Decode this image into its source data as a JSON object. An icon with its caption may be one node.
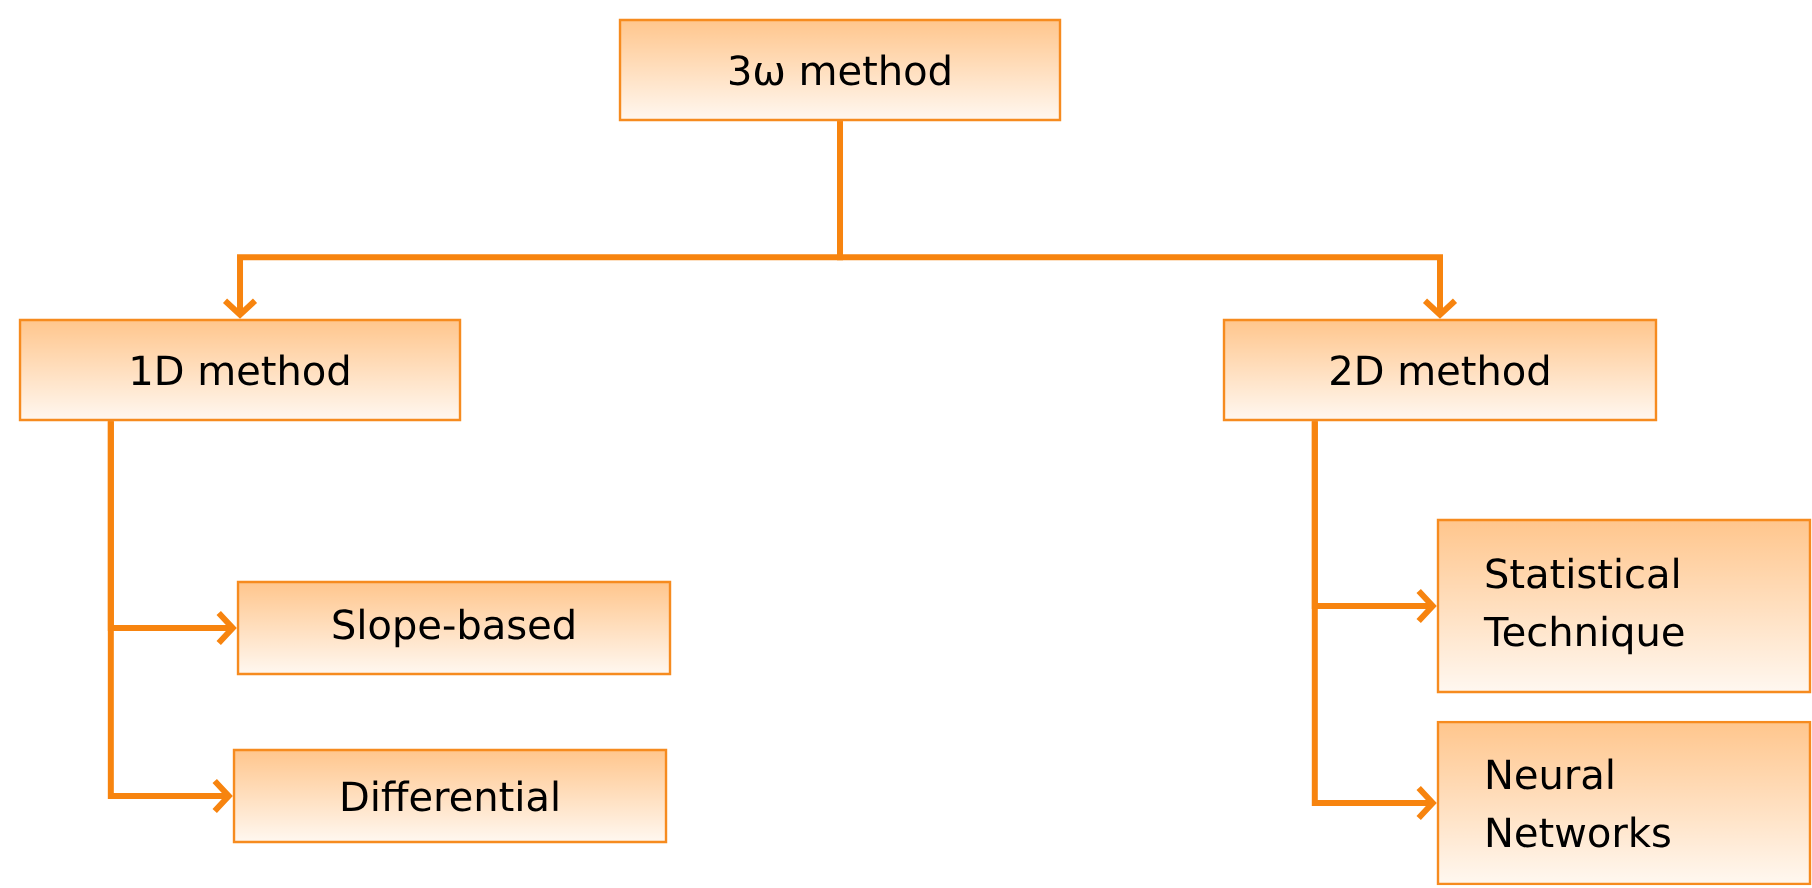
{
  "diagram": {
    "nodes": [
      {
        "text": [
          "3ω method"
        ]
      },
      {
        "text": [
          "1D method"
        ]
      },
      {
        "text": [
          "2D method"
        ]
      },
      {
        "text": [
          "Slope-based"
        ]
      },
      {
        "text": [
          "Differential"
        ]
      },
      {
        "text": [
          "Statistical Technique"
        ]
      },
      {
        "text": [
          "Neural Networks"
        ]
      }
    ],
    "edges": [
      {
        "from": 0,
        "to": 1,
        "arrow": "to"
      },
      {
        "from": 0,
        "to": 2,
        "arrow": "to"
      },
      {
        "from": 1,
        "to": 3,
        "arrow": "to"
      },
      {
        "from": 1,
        "to": 4,
        "arrow": "to"
      },
      {
        "from": 2,
        "to": 5,
        "arrow": "to"
      },
      {
        "from": 2,
        "to": 6,
        "arrow": "to"
      }
    ]
  }
}
